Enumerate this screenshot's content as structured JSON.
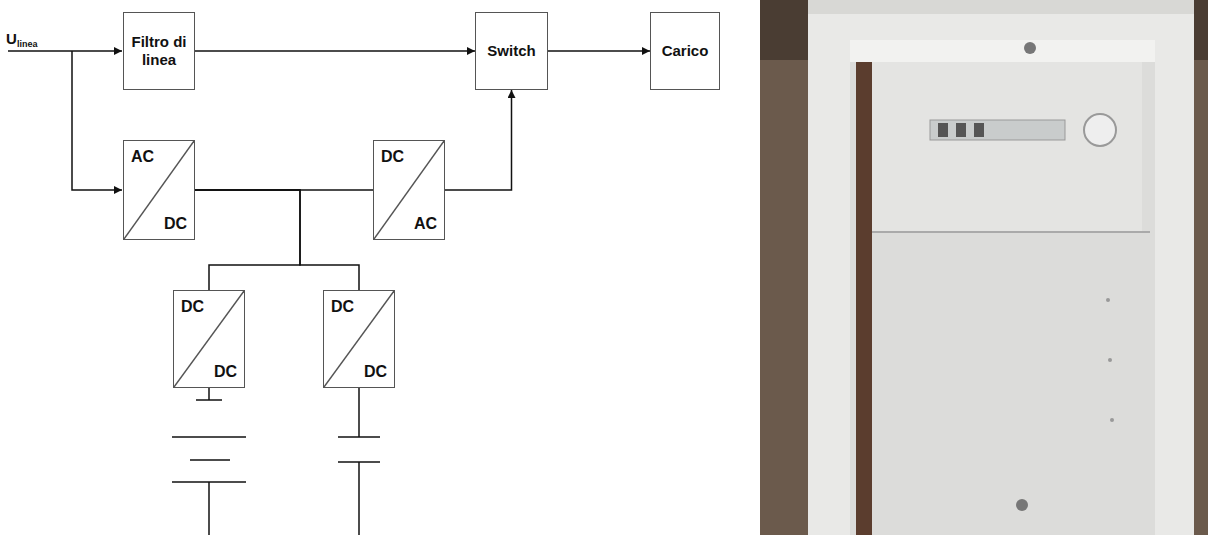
{
  "diagram": {
    "nodes": [
      {
        "text": [
          "Filtro di linea"
        ]
      },
      {
        "text": [
          "Switch"
        ]
      },
      {
        "text": [
          "Carico"
        ]
      },
      {
        "text": [
          "AC",
          "DC"
        ]
      },
      {
        "text": [
          "DC",
          "AC"
        ]
      },
      {
        "text": [
          "DC",
          "DC"
        ]
      },
      {
        "text": [
          "DC",
          "DC"
        ]
      }
    ],
    "edges": [
      {
        "from": 0,
        "to": 1,
        "arrow": "to"
      },
      {
        "from": 1,
        "to": 2,
        "arrow": "to"
      },
      {
        "from": 3,
        "to": 4,
        "arrow": "none"
      },
      {
        "from": 4,
        "to": 1,
        "arrow": "to"
      },
      {
        "from": 3,
        "to": 5,
        "arrow": "none"
      },
      {
        "from": 3,
        "to": 6,
        "arrow": "none"
      }
    ],
    "labels": [
      "U",
      "linea"
    ]
  }
}
